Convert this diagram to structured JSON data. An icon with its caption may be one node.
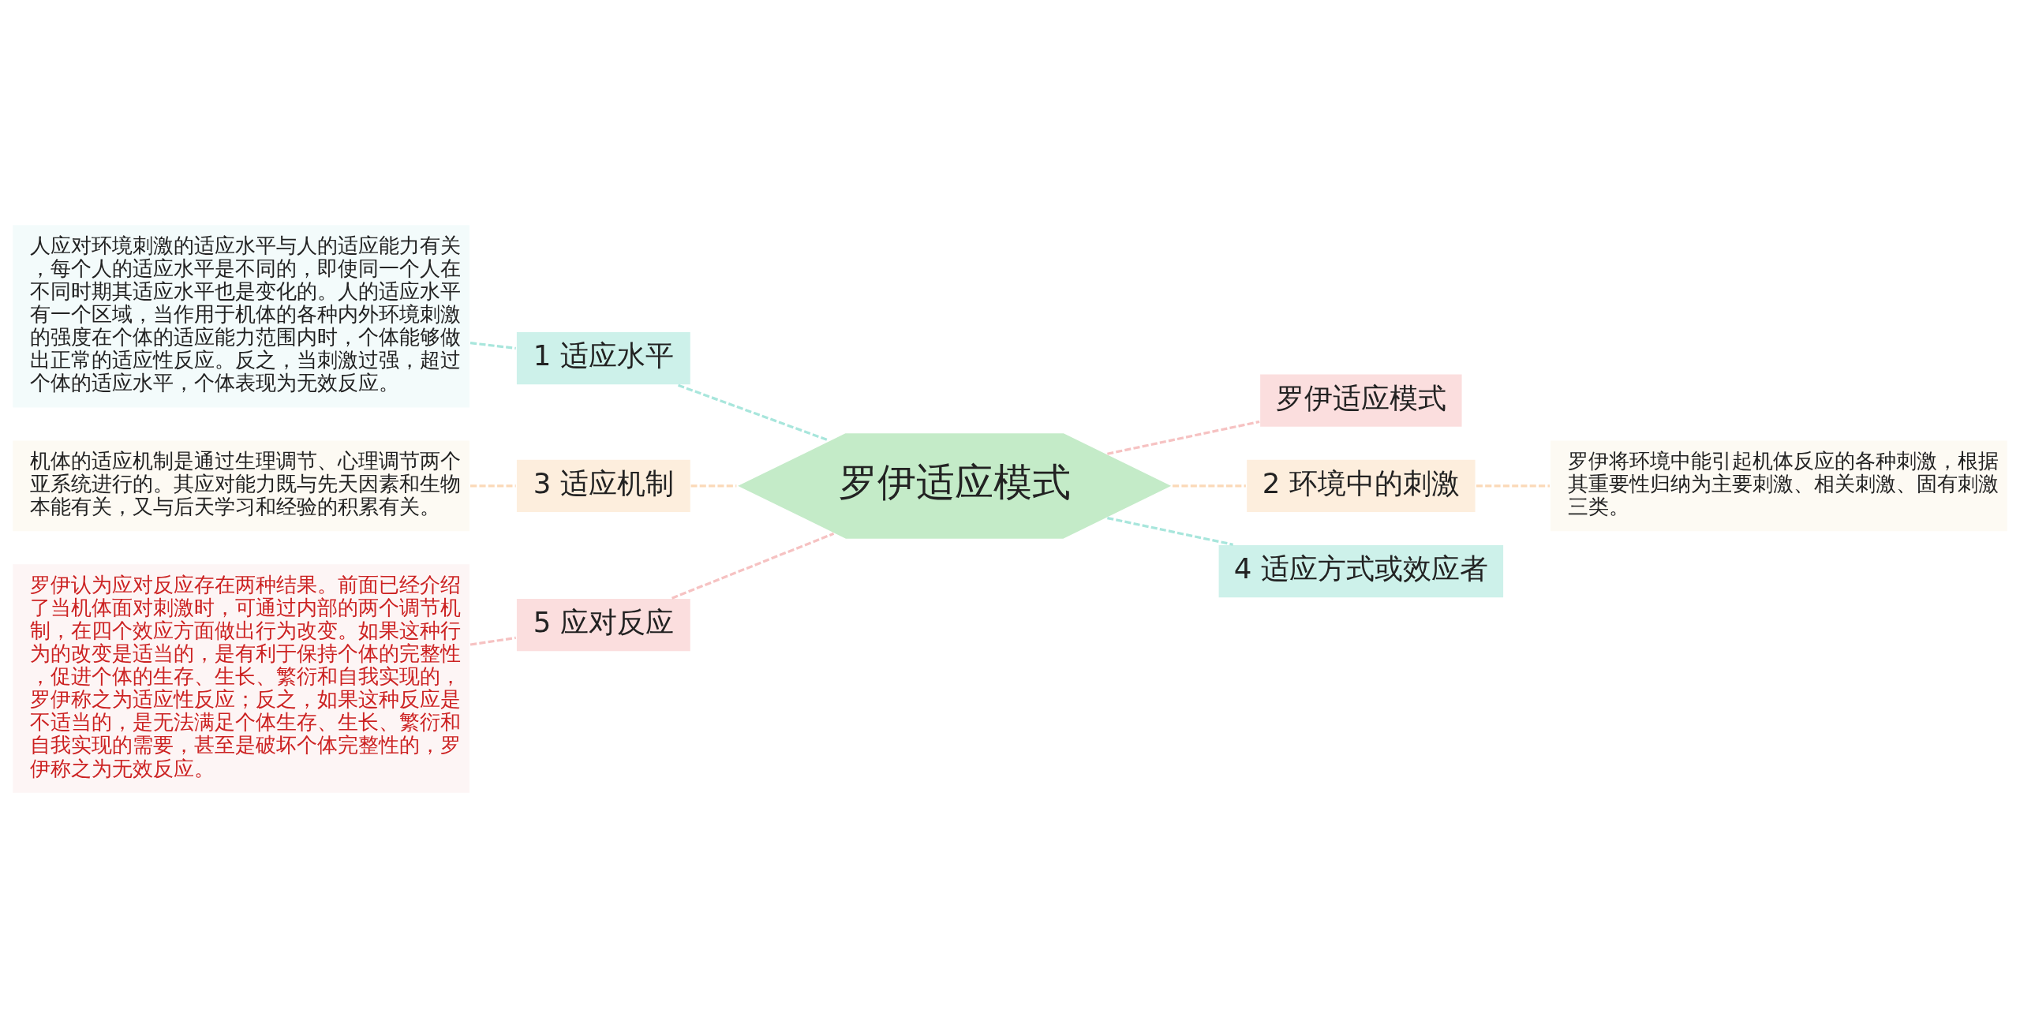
{
  "diagram": {
    "nodes": [
      {
        "text": [
          "罗伊适应模式"
        ]
      },
      {
        "text": [
          "1 适应水平"
        ]
      },
      {
        "text": [
          "人应对环境刺激的适应水平与人的适应能力有关，每个人的适应水平是不同的，即使同一个人在不同时期其适应水平也是变化的。人的适应水平有一个区域，当作用于机体的各种内外环境刺激的强度在个体的适应能力范围内时，个体能够做出正常的适应性反应。反之，当刺激过强，超过个体的适应水平，个体表现为无效反应。"
        ]
      },
      {
        "text": [
          "3 适应机制"
        ]
      },
      {
        "text": [
          "机体的适应机制是通过生理调节、心理调节两个亚系统进行的。其应对能力既与先天因素和生物本能有关，又与后天学习和经验的积累有关。"
        ]
      },
      {
        "text": [
          "5 应对反应"
        ]
      },
      {
        "text": [
          "罗伊认为应对反应存在两种结果。前面已经介绍了当机体面对刺激时，可通过内部的两个调节机制，在四个效应方面做出行为改变。如果这种行为的改变是适当的，是有利于保持个体的完整性，促进个体的生存、生长、繁衍和自我实现的，罗伊称之为适应性反应；反之，如果这种反应是不适当的，是无法满足个体生存、生长、繁衍和自我实现的需要，甚至是破坏个体完整性的，罗伊称之为无效反应。"
        ]
      },
      {
        "text": [
          "罗伊适应模式"
        ]
      },
      {
        "text": [
          "2 环境中的刺激"
        ]
      },
      {
        "text": [
          "罗伊将环境中能引起机体反应的各种刺激，根据其重要性归纳为主要刺激、相关刺激、固有刺激三类。"
        ]
      },
      {
        "text": [
          "4 适应方式或效应者"
        ]
      }
    ],
    "edges": [
      {
        "from": 0,
        "to": 1,
        "arrow": "none",
        "style": "dashed",
        "color": "#a8e6dc"
      },
      {
        "from": 1,
        "to": 2,
        "arrow": "none",
        "style": "dashed",
        "color": "#a8e6dc"
      },
      {
        "from": 0,
        "to": 3,
        "arrow": "none",
        "style": "dashed",
        "color": "#fbd9b8"
      },
      {
        "from": 3,
        "to": 4,
        "arrow": "none",
        "style": "dashed",
        "color": "#fbd9b8"
      },
      {
        "from": 0,
        "to": 5,
        "arrow": "none",
        "style": "dashed",
        "color": "#f6c2c2"
      },
      {
        "from": 5,
        "to": 6,
        "arrow": "none",
        "style": "dashed",
        "color": "#f6c2c2"
      },
      {
        "from": 0,
        "to": 7,
        "arrow": "none",
        "style": "dashed",
        "color": "#f6c2c2"
      },
      {
        "from": 0,
        "to": 8,
        "arrow": "none",
        "style": "dashed",
        "color": "#fbd9b8"
      },
      {
        "from": 8,
        "to": 9,
        "arrow": "none",
        "style": "dashed",
        "color": "#fbd9b8"
      },
      {
        "from": 0,
        "to": 10,
        "arrow": "none",
        "style": "dashed",
        "color": "#a8e6dc"
      }
    ]
  }
}
